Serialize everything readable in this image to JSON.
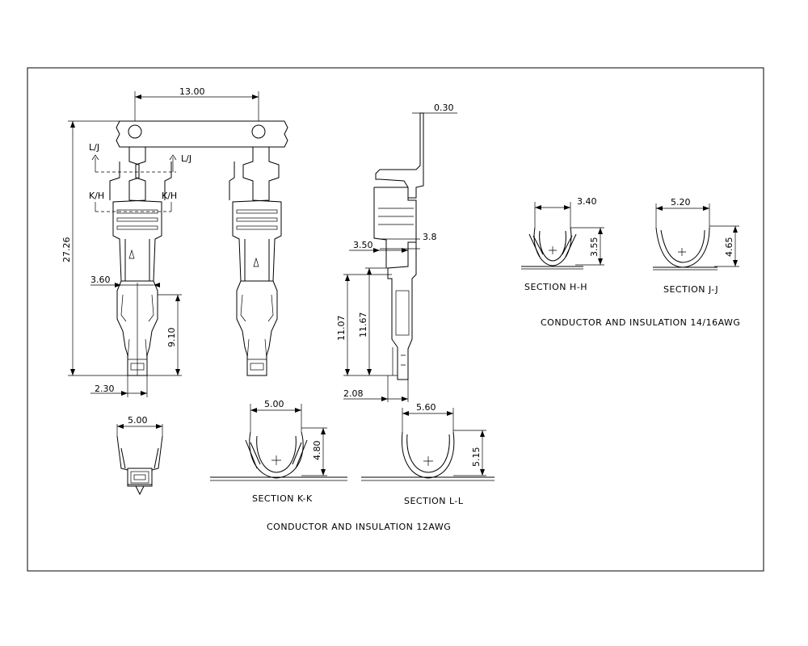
{
  "dimensions": {
    "pitch": "13.00",
    "total_length": "27.26",
    "crimp_width": "3.60",
    "crimp_length": "9.10",
    "tip_width": "2.30",
    "thickness": "0.30",
    "side_offset": "3.8",
    "side_width": "3.50",
    "height_a": "11.07",
    "height_b": "11.67",
    "base_width": "2.08",
    "front_width": "5.00",
    "kk_width": "5.00",
    "kk_height": "4.80",
    "ll_width": "5.60",
    "ll_height": "5.15",
    "hh_width": "3.40",
    "hh_height": "3.55",
    "jj_width": "5.20",
    "jj_height": "4.65"
  },
  "section_marks": {
    "lj": "L/J",
    "kh": "K/H"
  },
  "captions": {
    "section_kk": "SECTION K-K",
    "section_ll": "SECTION L-L",
    "section_hh": "SECTION H-H",
    "section_jj": "SECTION J-J",
    "note_12awg": "CONDUCTOR AND INSULATION 12AWG",
    "note_1416awg": "CONDUCTOR AND INSULATION 14/16AWG"
  }
}
